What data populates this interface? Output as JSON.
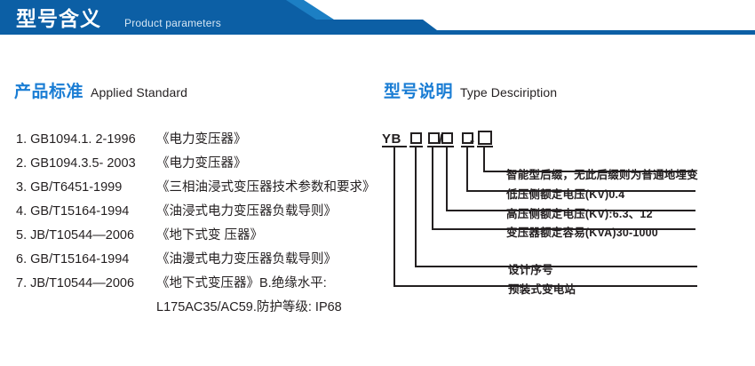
{
  "header": {
    "title_cn": "型号含义",
    "title_en": "Product parameters",
    "bar_color_dark": "#0C5FA5",
    "bar_color_light": "#1C7FC4",
    "underline_color": "#0C5FA5"
  },
  "sections": {
    "standard": {
      "title_cn": "产品标准",
      "title_en": "Applied Standard",
      "title_color": "#1A7DD4"
    },
    "type": {
      "title_cn": "型号说明",
      "title_en": "Type Desciription",
      "title_color": "#1A7DD4"
    }
  },
  "standards": [
    {
      "index": "1.",
      "code": "GB1094.1. 2-1996",
      "name": "《电力变压器》"
    },
    {
      "index": "2.",
      "code": "GB1094.3.5- 2003",
      "name": "《电力变压器》"
    },
    {
      "index": "3.",
      "code": "GB/T6451-1999",
      "name": "《三相油浸式变压器技术参数和要求》"
    },
    {
      "index": "4.",
      "code": "GB/T15164-1994",
      "name": "《油浸式电力变压器负载导则》"
    },
    {
      "index": "5.",
      "code": "JB/T10544—2006",
      "name": "《地下式变 压器》"
    },
    {
      "index": "6.",
      "code": "GB/T15164-1994",
      "name": "《油漫式电力变压器负载导则》"
    },
    {
      "index": "7.",
      "code": "JB/T10544—2006",
      "name": "《地下式变压器》B.绝缘水平:"
    }
  ],
  "standards_continuation": "L175AC35/AC59.防护等级: IP68",
  "type_code": {
    "prefix": "YB",
    "slash": "/",
    "dash": "-",
    "box_count": 6
  },
  "annotations": [
    {
      "id": "smart-suffix",
      "text": "智能型后缀，无此后缀则为普通地埋变"
    },
    {
      "id": "lv-voltage",
      "text": "低压侧额定电压(KV)0.4"
    },
    {
      "id": "hv-voltage",
      "text": "高压侧额定电压(KV):6.3、12"
    },
    {
      "id": "rated-capacity",
      "text": "变压器额定容易(KVA)30-1000"
    },
    {
      "id": "design-serial",
      "text": "设计序号"
    },
    {
      "id": "substation",
      "text": "预装式变电站"
    }
  ]
}
